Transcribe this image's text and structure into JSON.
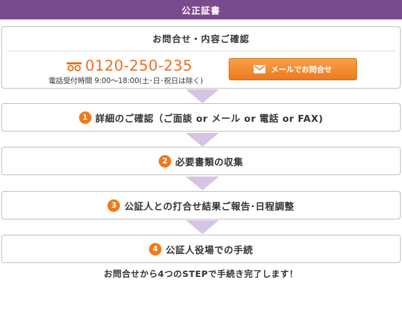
{
  "header": {
    "title": "公正証書"
  },
  "contact": {
    "title": "お問合せ・内容ご確認",
    "phone": "0120-250-235",
    "hours": "電話受付時間  9:00〜18:00(土･日･祝日は除く)",
    "mail_button_label": "メールでお問合せ",
    "icons": {
      "phone": "freedial-icon",
      "mail": "envelope-icon"
    },
    "colors": {
      "phone": "#ee6f1e",
      "button": "#ee7a1c"
    }
  },
  "steps": [
    {
      "number": "1",
      "label": "詳細のご確認（ご面談 or メール or 電話 or FAX)"
    },
    {
      "number": "2",
      "label": "必要書類の収集"
    },
    {
      "number": "3",
      "label": "公証人との打合せ結果ご報告･日程調整"
    },
    {
      "number": "4",
      "label": "公証人役場での手続"
    }
  ],
  "footer": {
    "text": "お問合せから4つのSTEPで手続き完了します！"
  },
  "colors": {
    "header": "#7a4a8e",
    "arrow": "#d7c3e4",
    "step_number": "#ee7a1c"
  }
}
